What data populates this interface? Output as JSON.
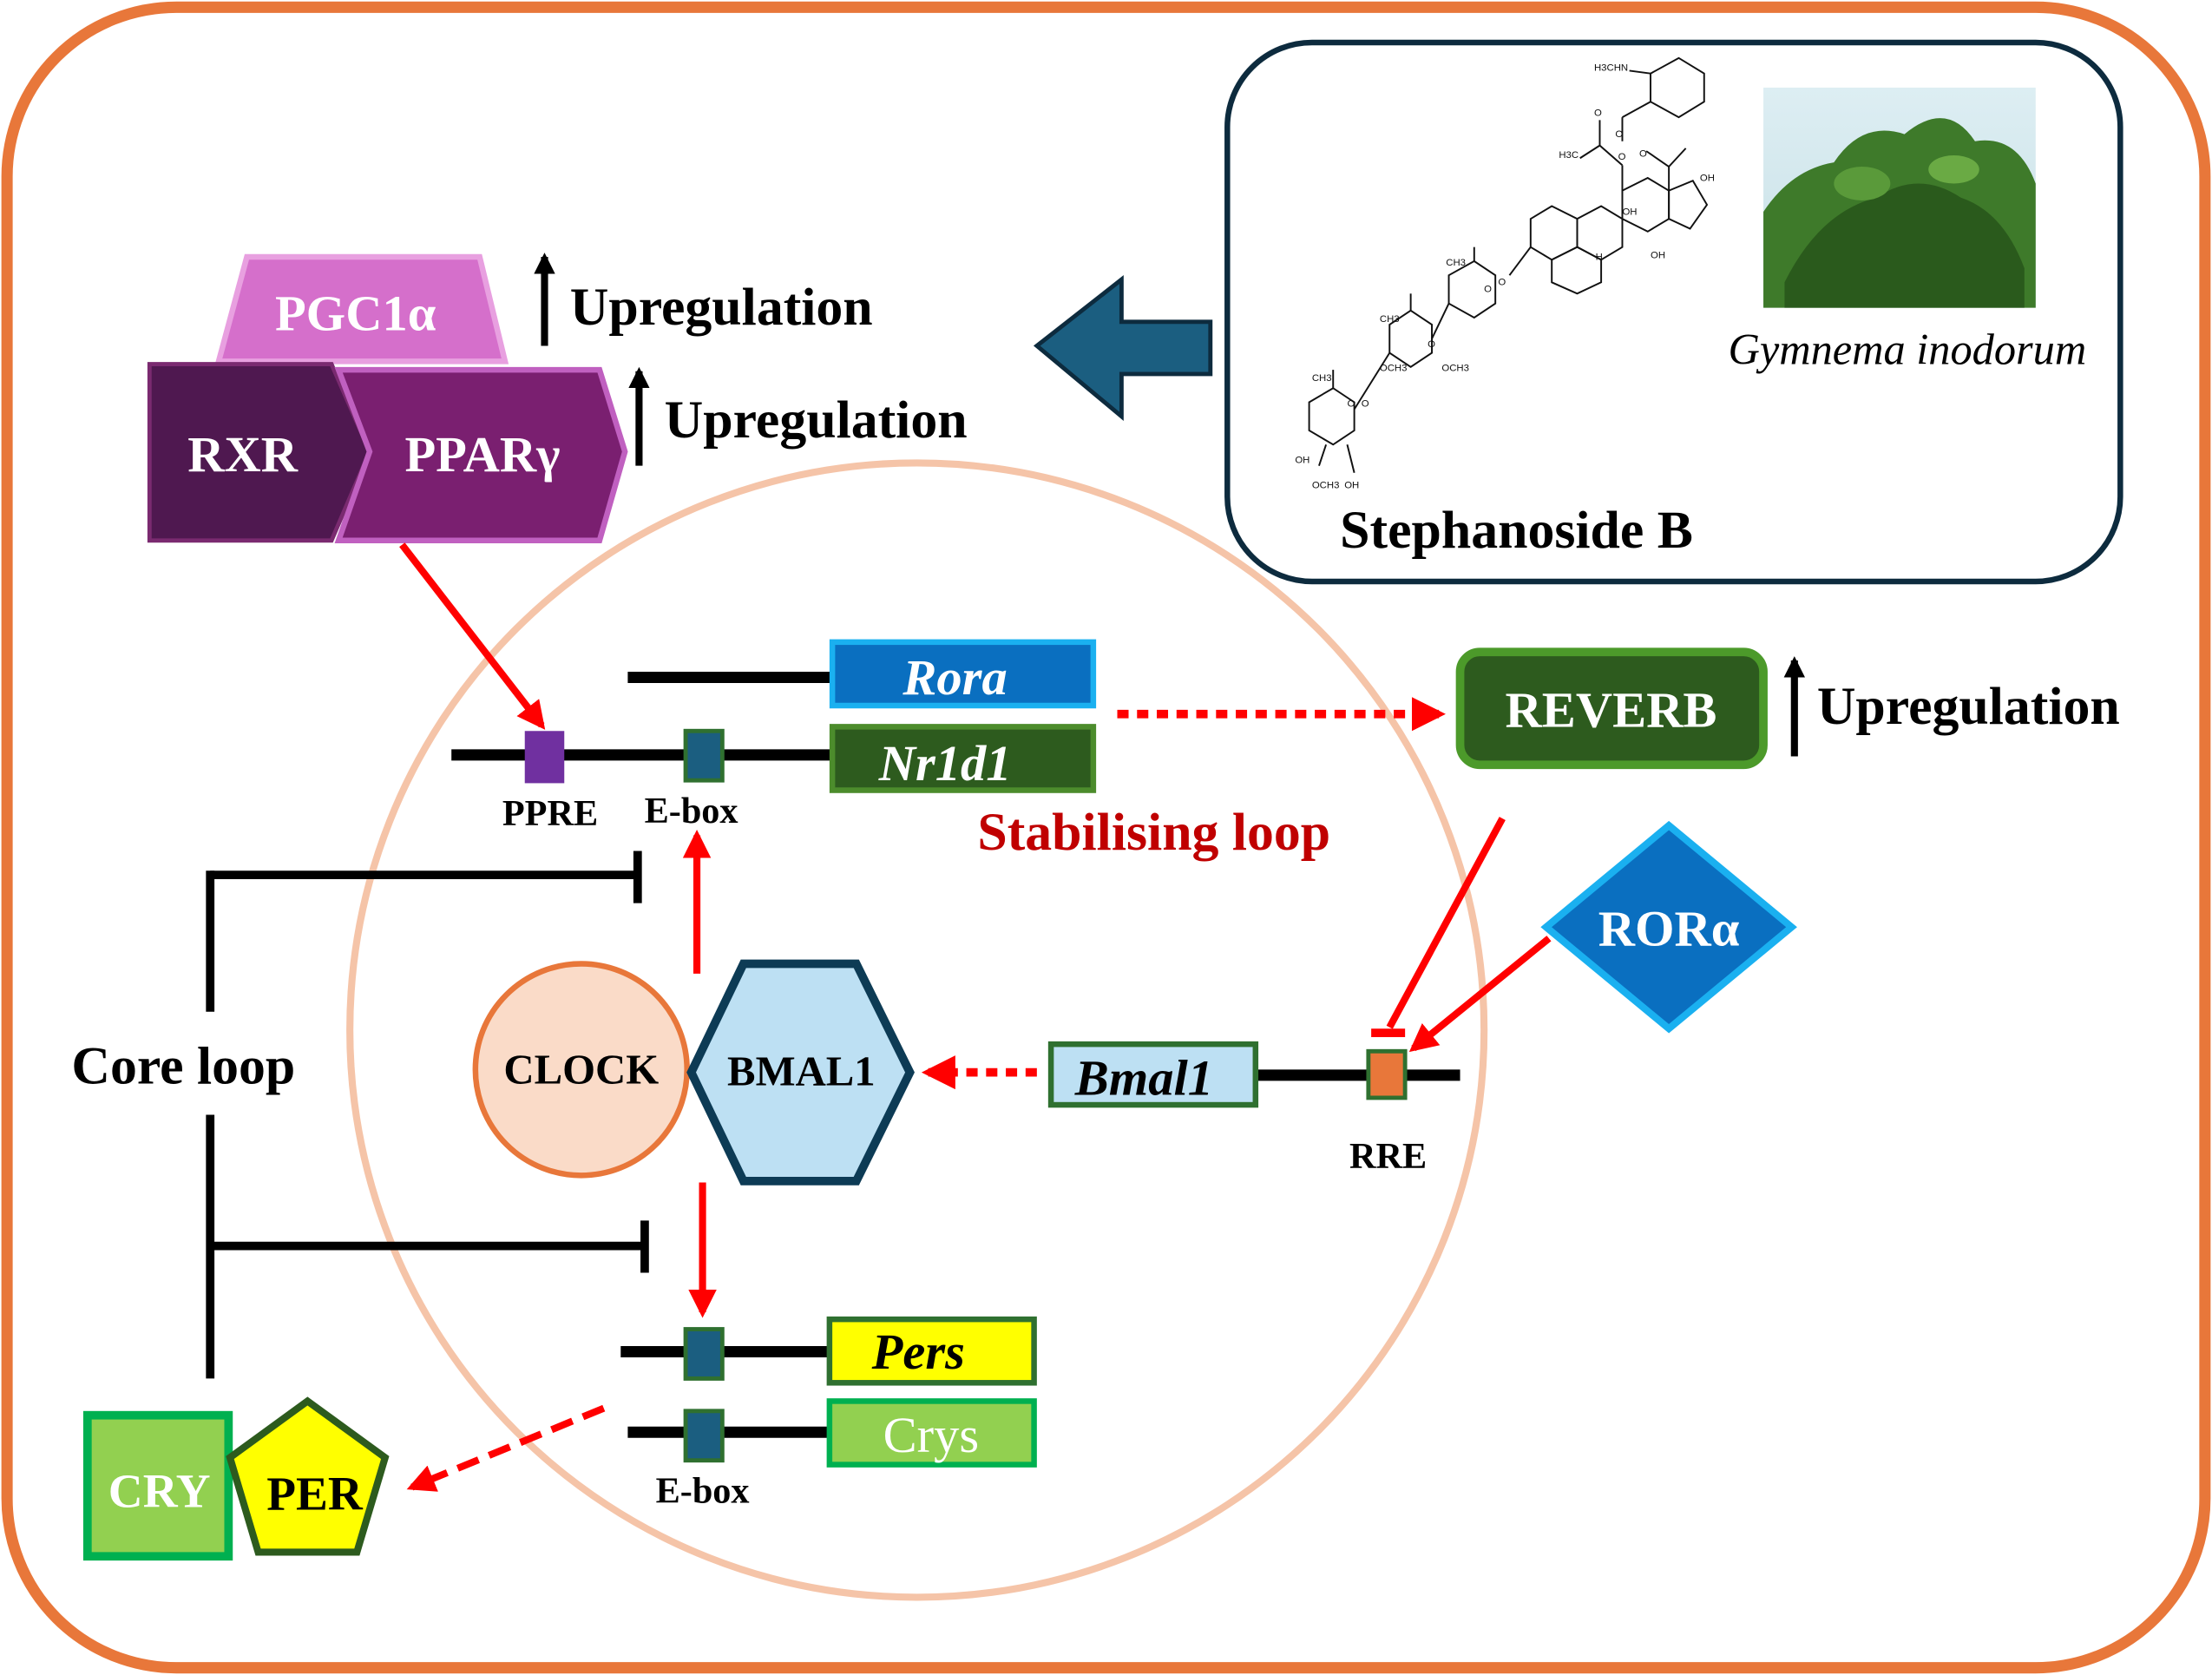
{
  "compound": {
    "name": "Stephanoside B",
    "plant": "Gymnema inodorum",
    "structure_labels": [
      "H3CHN",
      "O",
      "O",
      "H3C",
      "O",
      "O",
      "OH",
      "OH",
      "H",
      "OH",
      "CH3",
      "O",
      "O",
      "CH3",
      "O",
      "OCH3",
      "OCH3",
      "CH3",
      "O",
      "O",
      "OH",
      "OCH3",
      "OH"
    ]
  },
  "receptors": {
    "pgc1a": "PGC1α",
    "rxr": "RXR",
    "pparg": "PPARγ",
    "upregulation_1": "Upregulation",
    "upregulation_2": "Upregulation"
  },
  "genes": {
    "rora": "Rora",
    "nr1d1": "Nr1d1",
    "bmal1": "Bmal1",
    "pers": "Pers",
    "crys": "Crys"
  },
  "elements": {
    "ppre": "PPRE",
    "ebox_top": "E-box",
    "ebox_bottom": "E-box",
    "rre": "RRE"
  },
  "proteins": {
    "reverb": "REVERB",
    "reverb_upregulation": "Upregulation",
    "rora": "RORα",
    "clock": "CLOCK",
    "bmal1": "BMAL1",
    "cry": "CRY",
    "per": "PER"
  },
  "loops": {
    "stabilising": "Stabilising loop",
    "core": "Core loop"
  },
  "colors": {
    "frame": "#E8773A",
    "nucleus": "#F5C4A8",
    "activation_arrow": "#FF0000",
    "stabilising_text": "#C00000",
    "rora_blue": "#0A6FC0",
    "dark_green": "#2D5B1E",
    "bmal1_fill": "#BDE0F3",
    "pers_fill": "#FFFF00",
    "crys_fill": "#92D050"
  }
}
